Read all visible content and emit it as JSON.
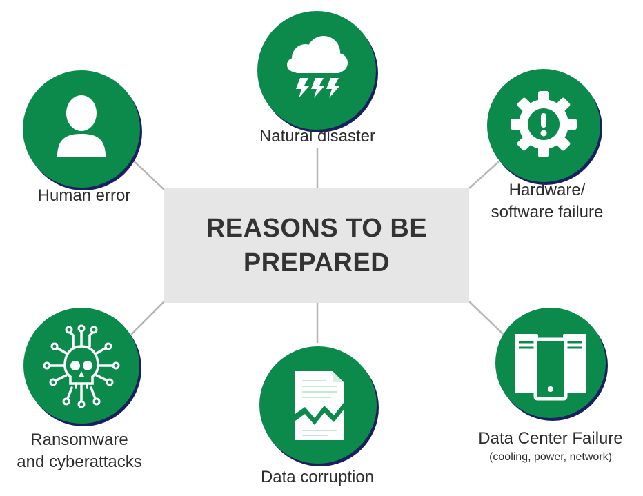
{
  "center": {
    "title": "REASONS TO BE PREPARED"
  },
  "colors": {
    "node_fill": "#0b8a4c",
    "node_shadow": "#1a1f5e",
    "center_fill": "#e6e6e6",
    "connector": "#b5b5b5"
  },
  "nodes": {
    "natural_disaster": {
      "label": "Natural disaster",
      "icon": "storm-cloud-icon"
    },
    "human_error": {
      "label": "Human error",
      "icon": "person-icon"
    },
    "hardware_failure": {
      "label_line1": "Hardware/",
      "label_line2": "software failure",
      "icon": "gear-alert-icon"
    },
    "ransomware": {
      "label_line1": "Ransomware",
      "label_line2": "and cyberattacks",
      "icon": "skull-circuit-icon"
    },
    "data_corruption": {
      "label": "Data corruption",
      "icon": "broken-document-icon"
    },
    "data_center": {
      "label": "Data Center Failure",
      "sublabel": "(cooling, power, network)",
      "icon": "server-racks-icon"
    }
  }
}
